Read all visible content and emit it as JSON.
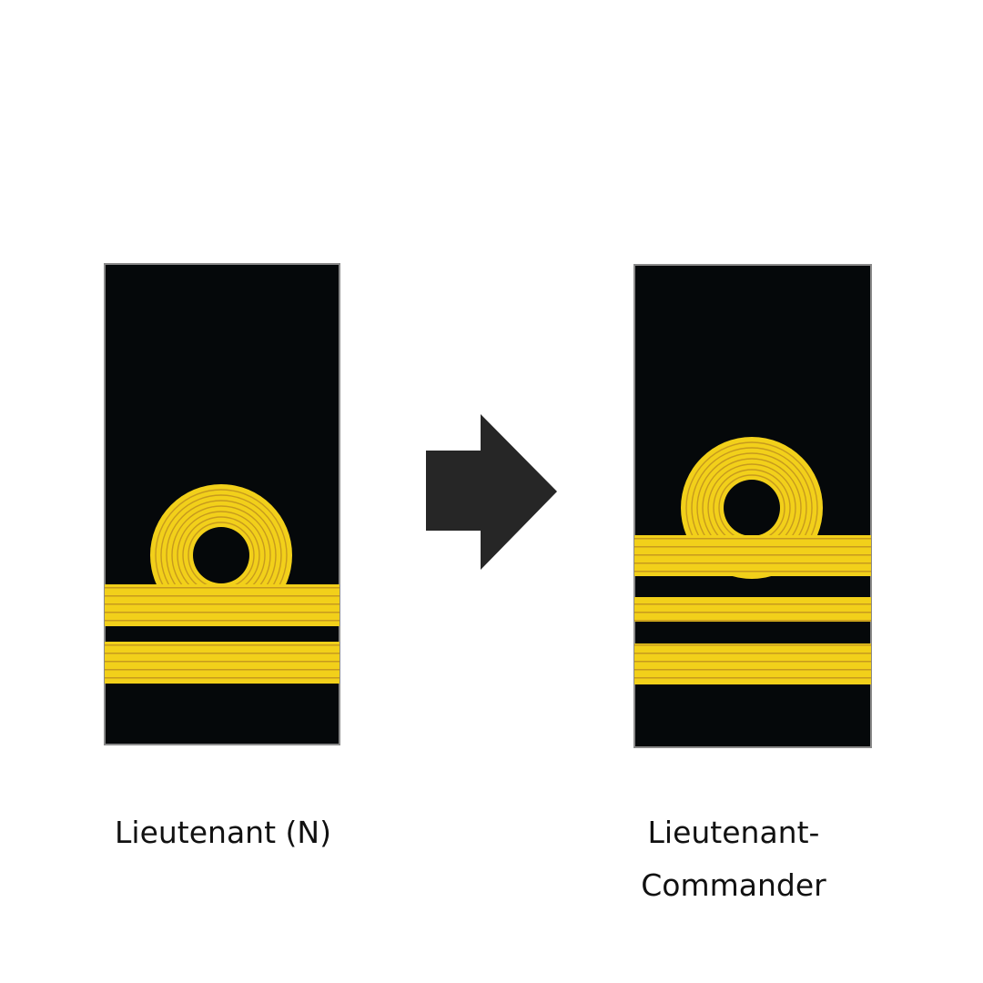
{
  "ranks": [
    {
      "label": "Lieutenant (N)",
      "stripes": 2,
      "thin_stripes": 0
    },
    {
      "label_line1": "Lieutenant-",
      "label_line2": "Commander",
      "stripes": 2,
      "thin_stripes": 1
    }
  ],
  "arrow": {
    "icon": "right-arrow-icon",
    "color": "#262626"
  },
  "colors": {
    "board": "#05080a",
    "gold": "#f2d01a",
    "gold_dark": "#c79a1e"
  }
}
